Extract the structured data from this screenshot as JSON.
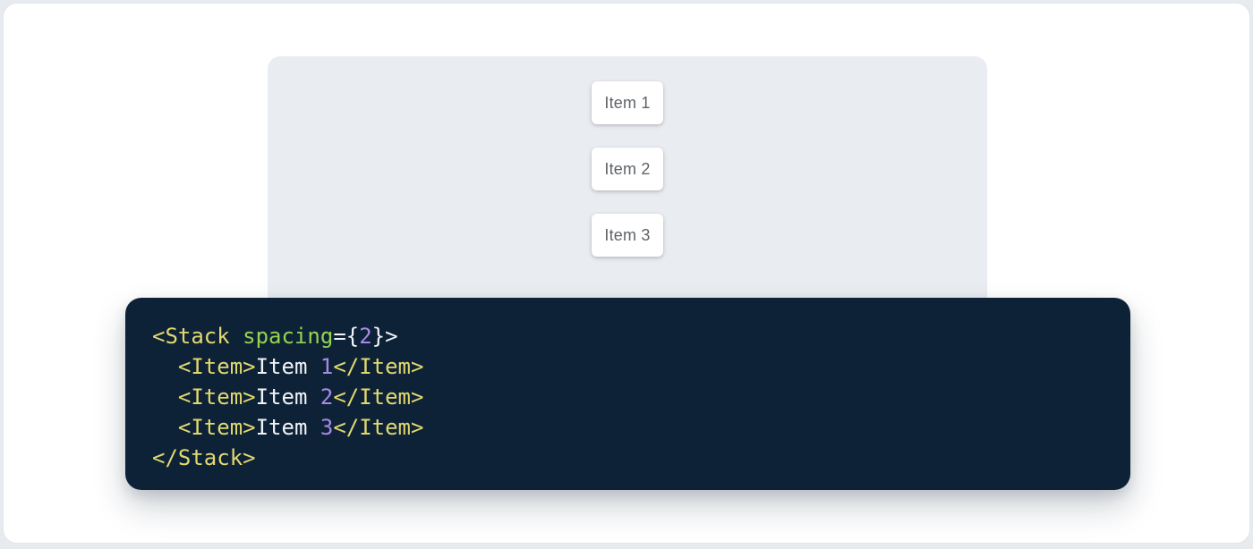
{
  "demo": {
    "items": [
      "Item 1",
      "Item 2",
      "Item 3"
    ]
  },
  "code": {
    "language": "jsx",
    "lines": [
      [
        {
          "text": "<Stack ",
          "type": "tag"
        },
        {
          "text": "spacing",
          "type": "attr"
        },
        {
          "text": "={",
          "type": "plain"
        },
        {
          "text": "2",
          "type": "number"
        },
        {
          "text": "}>",
          "type": "plain"
        }
      ],
      [
        {
          "text": "  ",
          "type": "plain"
        },
        {
          "text": "<Item>",
          "type": "tag"
        },
        {
          "text": "Item ",
          "type": "plain"
        },
        {
          "text": "1",
          "type": "number"
        },
        {
          "text": "</Item>",
          "type": "tag"
        }
      ],
      [
        {
          "text": "  ",
          "type": "plain"
        },
        {
          "text": "<Item>",
          "type": "tag"
        },
        {
          "text": "Item ",
          "type": "plain"
        },
        {
          "text": "2",
          "type": "number"
        },
        {
          "text": "</Item>",
          "type": "tag"
        }
      ],
      [
        {
          "text": "  ",
          "type": "plain"
        },
        {
          "text": "<Item>",
          "type": "tag"
        },
        {
          "text": "Item ",
          "type": "plain"
        },
        {
          "text": "3",
          "type": "number"
        },
        {
          "text": "</Item>",
          "type": "tag"
        }
      ],
      [
        {
          "text": "</Stack>",
          "type": "tag"
        }
      ]
    ]
  },
  "colors": {
    "page-outer-bg": "#e7eaee",
    "card-bg": "#ffffff",
    "card-border": "#e3e6ea",
    "panel-bg": "#e9ecf1",
    "item-bg": "#ffffff",
    "item-text": "#5f6368",
    "code-bg": "#0e2237",
    "code-tag": "#e2d96e",
    "code-attr": "#96d34f",
    "code-number": "#a58ae8",
    "code-plain": "#f2f4f8"
  }
}
